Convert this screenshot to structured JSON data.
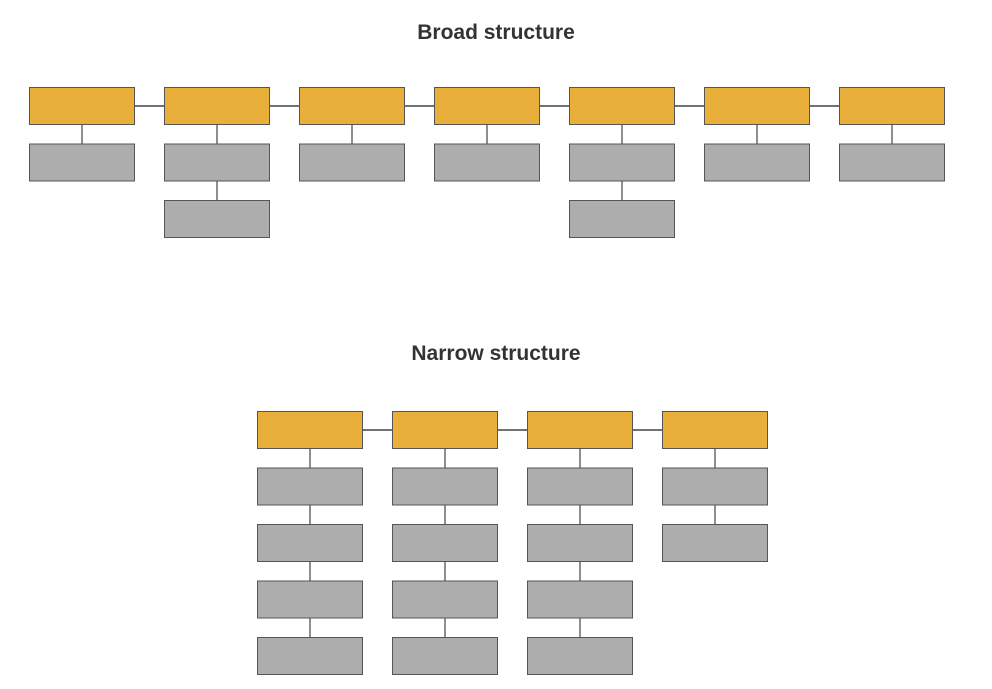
{
  "colors": {
    "header": "#e8b03a",
    "child": "#adadad",
    "border": "#555555",
    "connector": "#444444",
    "title": "#333333"
  },
  "broad": {
    "title": "Broad structure",
    "columns": [
      {
        "children": 1
      },
      {
        "children": 2
      },
      {
        "children": 1
      },
      {
        "children": 1
      },
      {
        "children": 2
      },
      {
        "children": 1
      },
      {
        "children": 1
      }
    ]
  },
  "narrow": {
    "title": "Narrow structure",
    "columns": [
      {
        "children": 4
      },
      {
        "children": 4
      },
      {
        "children": 4
      },
      {
        "children": 2
      }
    ]
  }
}
